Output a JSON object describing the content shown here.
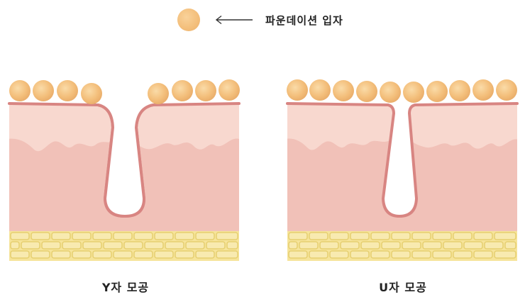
{
  "legend": {
    "label": "파운데이션 입자",
    "particle_icon": "foundation-particle"
  },
  "panels": [
    {
      "caption": "Y자 모공"
    },
    {
      "caption": "U자 모공"
    }
  ],
  "colors": {
    "particle": "#f3be7a",
    "skin_outline": "#d88582",
    "skin_upper": "#f8d8cf",
    "skin_lower": "#f1c1b8",
    "fat_cell": "#f6e49a",
    "fat_outline": "#e6cf70"
  }
}
